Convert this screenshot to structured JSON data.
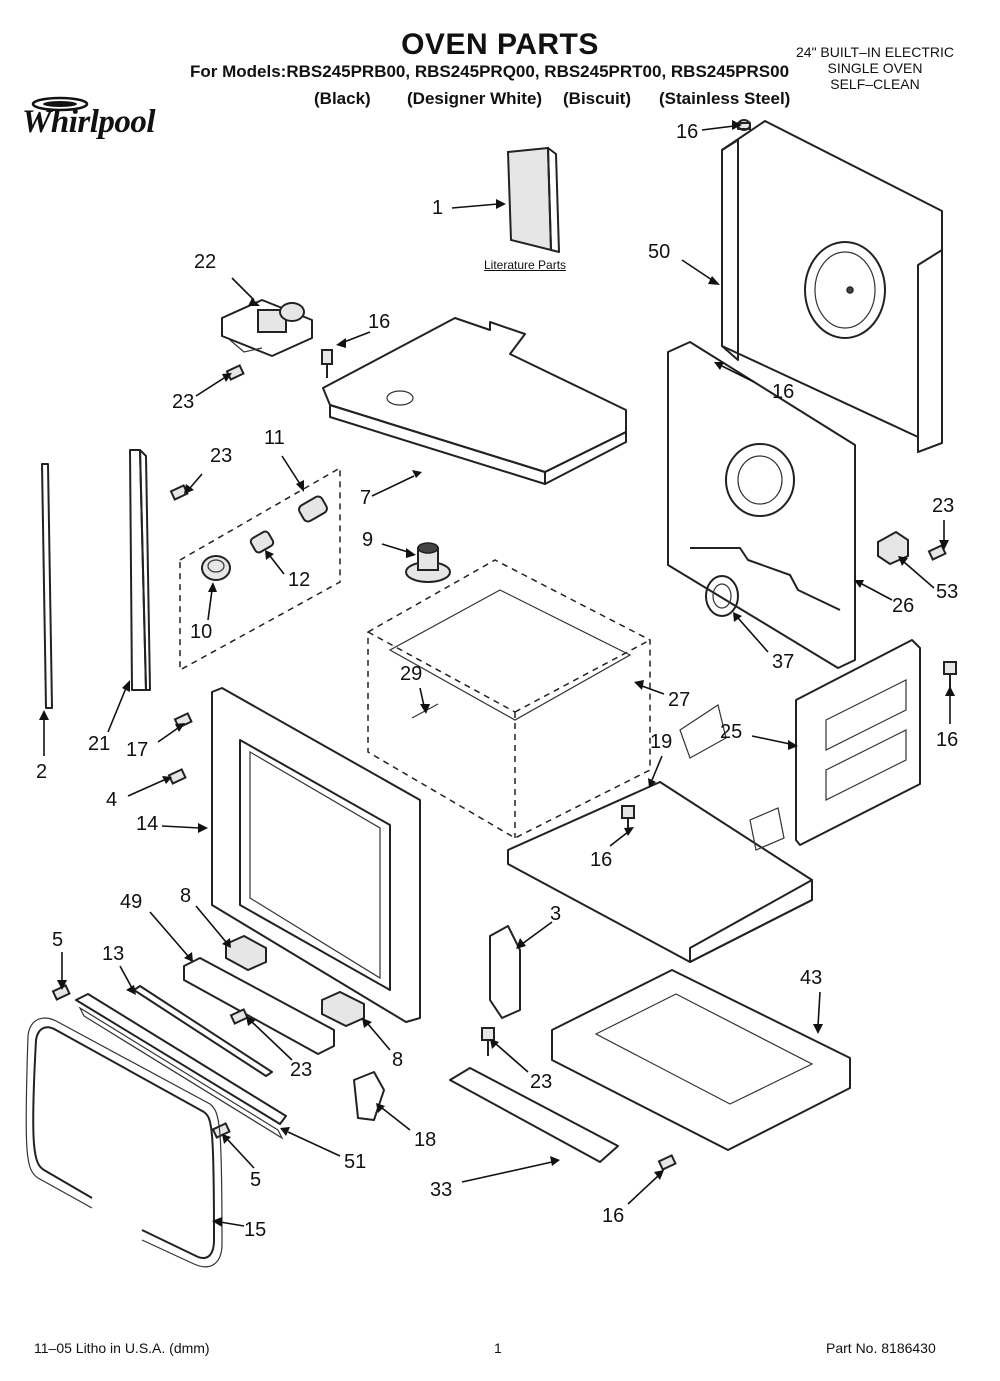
{
  "header": {
    "title": "OVEN PARTS",
    "models_line": "For Models:RBS245PRB00, RBS245PRQ00, RBS245PRT00, RBS245PRS00",
    "variants": [
      "(Black)",
      "(Designer White)",
      "(Biscuit)",
      "(Stainless Steel)"
    ],
    "spec_lines": [
      "24\" BUILT–IN ELECTRIC",
      "SINGLE OVEN",
      "SELF–CLEAN"
    ]
  },
  "brand": {
    "name": "Whirlpool",
    "icon": "whirlpool-logo-swoosh"
  },
  "literature_label": "Literature Parts",
  "callouts": [
    "1",
    "16",
    "50",
    "22",
    "16",
    "23",
    "16",
    "23",
    "11",
    "7",
    "9",
    "23",
    "53",
    "26",
    "12",
    "10",
    "37",
    "29",
    "27",
    "21",
    "17",
    "25",
    "16",
    "2",
    "4",
    "19",
    "14",
    "16",
    "3",
    "8",
    "49",
    "5",
    "13",
    "43",
    "8",
    "23",
    "23",
    "18",
    "5",
    "51",
    "33",
    "16",
    "15"
  ],
  "footer": {
    "left": "11–05 Litho in U.S.A. (dmm)",
    "center": "1",
    "right": "Part No. 8186430"
  }
}
